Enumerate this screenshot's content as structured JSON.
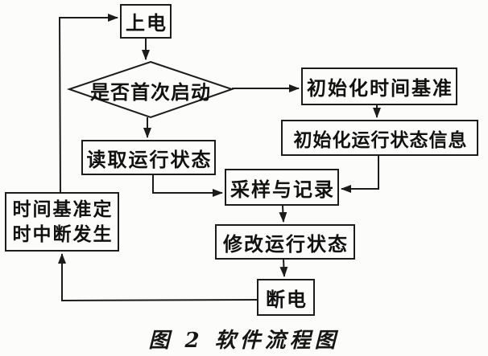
{
  "figure": {
    "caption": "图 2  软件流程图"
  },
  "colors": {
    "ink": "#1c1c1c",
    "paper": "#fcfcfa"
  },
  "flowchart": {
    "nodes": {
      "power_on": "上电",
      "first_start_decision": "是否首次启动",
      "init_time_base": "初始化时间基准",
      "init_run_state_info": "初始化运行状态信息",
      "read_run_state": "读取运行状态",
      "sample_record": "采样与记录",
      "timer_interrupt_line1": "时间基准定",
      "timer_interrupt_line2": "时中断发生",
      "modify_run_state": "修改运行状态",
      "power_off": "断电"
    },
    "edges": [
      {
        "from": "power_on",
        "to": "first_start_decision"
      },
      {
        "from": "first_start_decision",
        "to": "init_time_base"
      },
      {
        "from": "first_start_decision",
        "to": "read_run_state"
      },
      {
        "from": "init_time_base",
        "to": "init_run_state_info"
      },
      {
        "from": "init_run_state_info",
        "to": "sample_record"
      },
      {
        "from": "read_run_state",
        "to": "sample_record"
      },
      {
        "from": "sample_record",
        "to": "modify_run_state"
      },
      {
        "from": "modify_run_state",
        "to": "power_off"
      },
      {
        "from": "power_off",
        "to": "timer_interrupt"
      },
      {
        "from": "timer_interrupt",
        "to": "power_on"
      }
    ]
  }
}
